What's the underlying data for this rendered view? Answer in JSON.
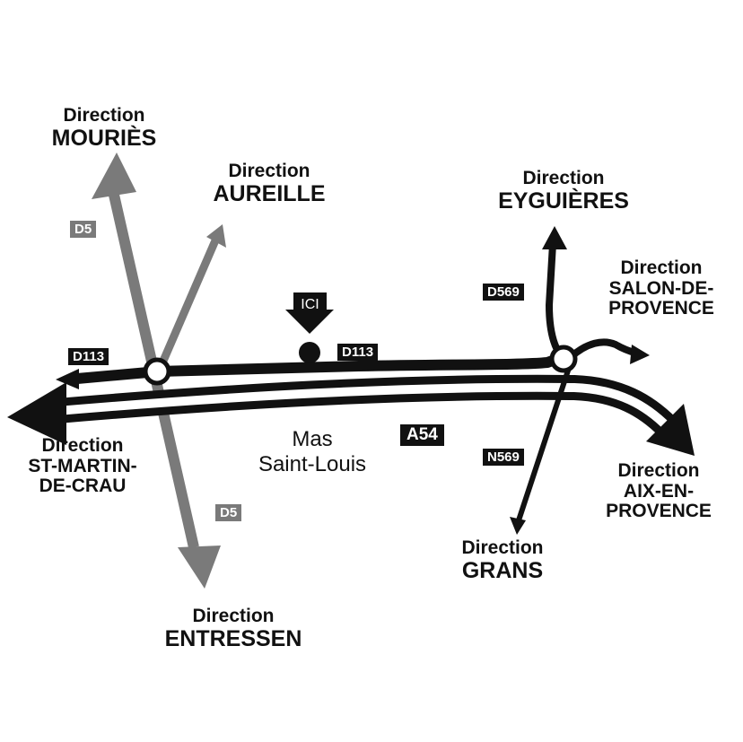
{
  "colors": {
    "road_dark": "#111111",
    "road_grey": "#7a7a7a",
    "background": "#ffffff"
  },
  "marker": {
    "label": "ICI"
  },
  "places": {
    "mas": {
      "line1": "Mas",
      "line2": "Saint-Louis"
    }
  },
  "roads": {
    "d5_north": "D5",
    "d5_south": "D5",
    "d113_west": "D113",
    "d113_east": "D113",
    "d569": "D569",
    "n569": "N569",
    "a54": "A54"
  },
  "directions": {
    "mouries": {
      "prefix": "Direction",
      "name": "MOURIÈS"
    },
    "aureille": {
      "prefix": "Direction",
      "name": "AUREILLE"
    },
    "eyguieres": {
      "prefix": "Direction",
      "name": "EYGUIÈRES"
    },
    "salon": {
      "prefix": "Direction",
      "line1": "SALON-DE-",
      "line2": "PROVENCE"
    },
    "st_martin": {
      "prefix": "Direction",
      "line1": "ST-MARTIN-",
      "line2": "DE-CRAU"
    },
    "aix": {
      "prefix": "Direction",
      "line1": "AIX-EN-",
      "line2": "PROVENCE"
    },
    "grans": {
      "prefix": "Direction",
      "name": "GRANS"
    },
    "entressen": {
      "prefix": "Direction",
      "name": "ENTRESSEN"
    }
  }
}
